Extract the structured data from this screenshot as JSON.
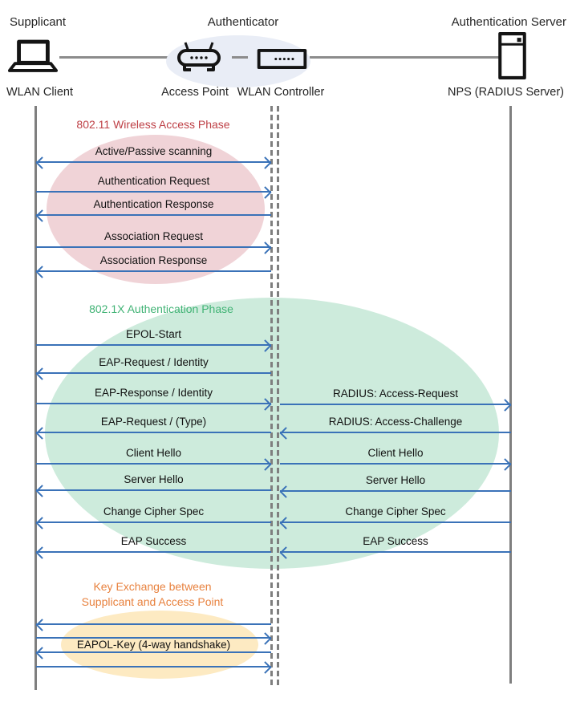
{
  "actors": {
    "supplicant": {
      "role": "Supplicant",
      "device": "WLAN Client"
    },
    "authenticator": {
      "role": "Authenticator",
      "device_left": "Access Point",
      "device_right": "WLAN Controller"
    },
    "authentication_server": {
      "role": "Authentication Server",
      "device": "NPS (RADIUS Server)"
    }
  },
  "phases": {
    "wireless_access": {
      "title": "802.11 Wireless Access Phase",
      "title_color": "#BE4046",
      "ellipse_color": "#F0D3D7"
    },
    "authentication": {
      "title": "802.1X Authentication Phase",
      "title_color": "#41B375",
      "ellipse_color": "#CDEBDC"
    },
    "key_exchange": {
      "title_line1": "Key Exchange between",
      "title_line2": "Supplicant and Access Point",
      "title_color": "#E8823F",
      "ellipse_color": "#FDEAC2"
    }
  },
  "messages": {
    "client_ap": [
      {
        "label": "Active/Passive scanning",
        "direction": "both"
      },
      {
        "label": "Authentication Request",
        "direction": "right"
      },
      {
        "label": "Authentication Response",
        "direction": "left"
      },
      {
        "label": "Association Request",
        "direction": "right"
      },
      {
        "label": "Association Response",
        "direction": "left"
      },
      {
        "label": "EPOL-Start",
        "direction": "right"
      },
      {
        "label": "EAP-Request / Identity",
        "direction": "left"
      },
      {
        "label": "EAP-Response / Identity",
        "direction": "right"
      },
      {
        "label": "EAP-Request / (Type)",
        "direction": "left"
      },
      {
        "label": "Client Hello",
        "direction": "right"
      },
      {
        "label": "Server Hello",
        "direction": "left"
      },
      {
        "label": "Change Cipher Spec",
        "direction": "left"
      },
      {
        "label": "EAP Success",
        "direction": "left"
      },
      {
        "label": "",
        "direction": "left"
      },
      {
        "label": "",
        "direction": "right"
      },
      {
        "label": "EAPOL-Key (4-way handshake)",
        "direction": "left"
      },
      {
        "label": "",
        "direction": "right"
      }
    ],
    "ap_server": [
      {
        "label": "RADIUS: Access-Request",
        "direction": "right"
      },
      {
        "label": "RADIUS: Access-Challenge",
        "direction": "left"
      },
      {
        "label": "Client Hello",
        "direction": "right"
      },
      {
        "label": "Server Hello",
        "direction": "left"
      },
      {
        "label": "Change Cipher Spec",
        "direction": "left"
      },
      {
        "label": "EAP Success",
        "direction": "left"
      }
    ]
  },
  "colors": {
    "arrow": "#3A72B8",
    "lifeline": "#7F7F7F",
    "authenticator_ellipse": "#E9EDF6"
  }
}
